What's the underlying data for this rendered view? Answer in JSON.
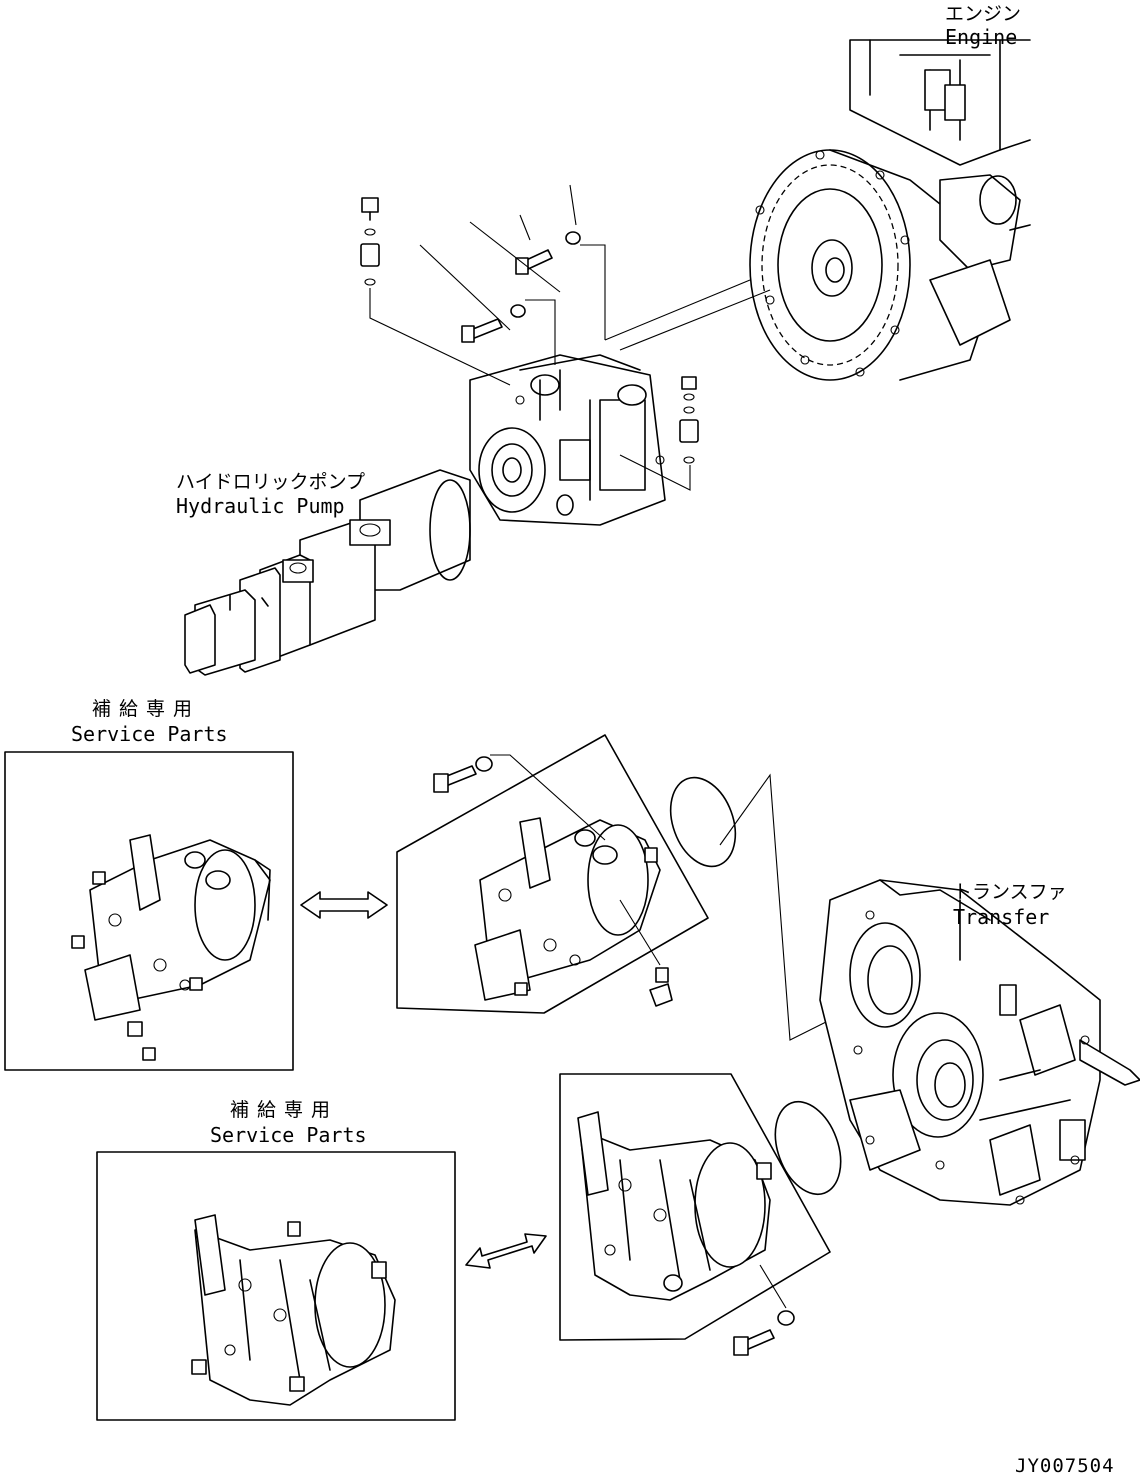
{
  "labels": {
    "engine_jp": "エンジン",
    "engine_en": "Engine",
    "pump_jp": "ハイドロリックポンプ",
    "pump_en": "Hydraulic Pump",
    "service_jp_1": "補給専用",
    "service_en_1": "Service Parts",
    "service_jp_2": "補給専用",
    "service_en_2": "Service Parts",
    "transfer_jp": "トランスファ",
    "transfer_en": "Transfer",
    "drawing_number": "JY007504"
  }
}
